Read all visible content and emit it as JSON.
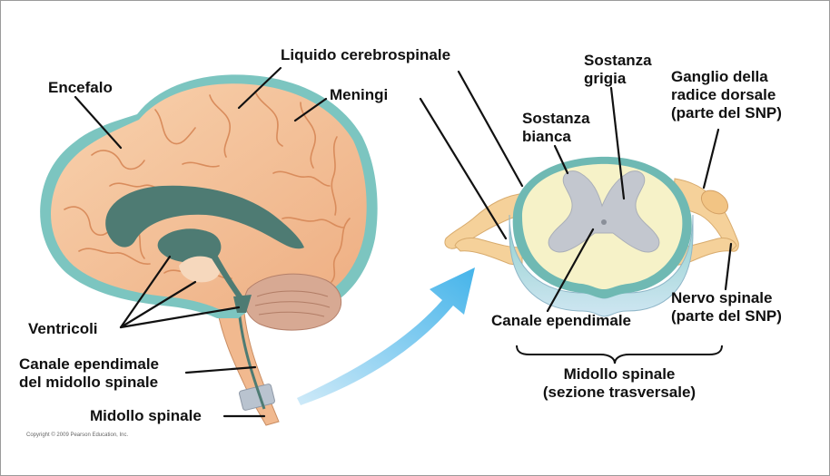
{
  "labels": {
    "encefalo": "Encefalo",
    "liquido": "Liquido cerebrospinale",
    "meningi": "Meningi",
    "ventricoli": "Ventricoli",
    "canale_midollo": [
      "Canale ependimale",
      "del midollo spinale"
    ],
    "midollo_spinale": "Midollo spinale",
    "sostanza_grigia": [
      "Sostanza",
      "grigia"
    ],
    "sostanza_bianca": [
      "Sostanza",
      "bianca"
    ],
    "ganglio": [
      "Ganglio della",
      "radice dorsale",
      "(parte del SNP)"
    ],
    "nervo": [
      "Nervo spinale",
      "(parte del SNP)"
    ],
    "canale_ependimale": "Canale ependimale",
    "sezione": [
      "Midollo spinale",
      "(sezione trasversale)"
    ]
  },
  "copyright": "Copyright © 2009 Pearson Education, Inc.",
  "colors": {
    "brain_fill": "#f6c9a0",
    "brain_fold": "#d98c5c",
    "meninges": "#7cc5c0",
    "ventricle": "#4e7b73",
    "cerebellum": "#d2a48e",
    "white_matter": "#f6f2c8",
    "gray_matter": "#c3c7cf",
    "nerve": "#f5d19a",
    "arrow": "#4fb8ea",
    "leader_line": "#111111"
  },
  "icons": [
    "curved-arrow-icon",
    "brace-icon"
  ]
}
